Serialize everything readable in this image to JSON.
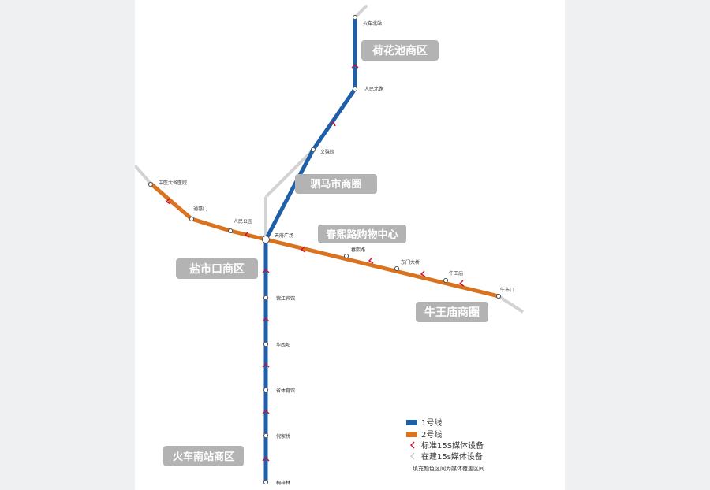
{
  "colors": {
    "line1": "#1f5fa8",
    "line2": "#d9731f",
    "gray_track": "#d3d3d3",
    "district_bg": "#b3b3b3",
    "media_standard": "#c8102e",
    "media_building": "#c9c9c9",
    "station_fill": "#ffffff"
  },
  "districts": [
    {
      "id": "hehuachi",
      "text": "荷花池商区"
    },
    {
      "id": "sima",
      "text": "驷马市商圈"
    },
    {
      "id": "chunxi",
      "text": "春熙路购物中心"
    },
    {
      "id": "yanshikou",
      "text": "盐市口商区"
    },
    {
      "id": "niuwangmiao",
      "text": "牛王庙商圈"
    },
    {
      "id": "huochenan",
      "text": "火车南站商区"
    }
  ],
  "stations": [
    {
      "id": "huochebei",
      "name": "火车北站"
    },
    {
      "id": "renminbei",
      "name": "人民北路"
    },
    {
      "id": "wenshuyuan",
      "name": "文殊院"
    },
    {
      "id": "zhongyi",
      "name": "中医大省医院"
    },
    {
      "id": "tonghuimen",
      "name": "通惠门"
    },
    {
      "id": "renmingongyuan",
      "name": "人民公园"
    },
    {
      "id": "tianfu",
      "name": "天府广场"
    },
    {
      "id": "chunxilu",
      "name": "春熙路"
    },
    {
      "id": "dongmen",
      "name": "东门大桥"
    },
    {
      "id": "niuwang",
      "name": "牛王庙"
    },
    {
      "id": "niushikou",
      "name": "牛市口"
    },
    {
      "id": "jinjiang",
      "name": "锦江宾馆"
    },
    {
      "id": "huaxiba",
      "name": "华西坝"
    },
    {
      "id": "shengti",
      "name": "省体育馆"
    },
    {
      "id": "nijiaqiao",
      "name": "倪家桥"
    },
    {
      "id": "tongzilin",
      "name": "桐梓林"
    }
  ],
  "legend": {
    "line1": "1号线",
    "line2": "2号线",
    "standard": "标准15S媒体设备",
    "building": "在建15s媒体设备",
    "note": "填充颜色区间为媒体覆盖区间"
  }
}
